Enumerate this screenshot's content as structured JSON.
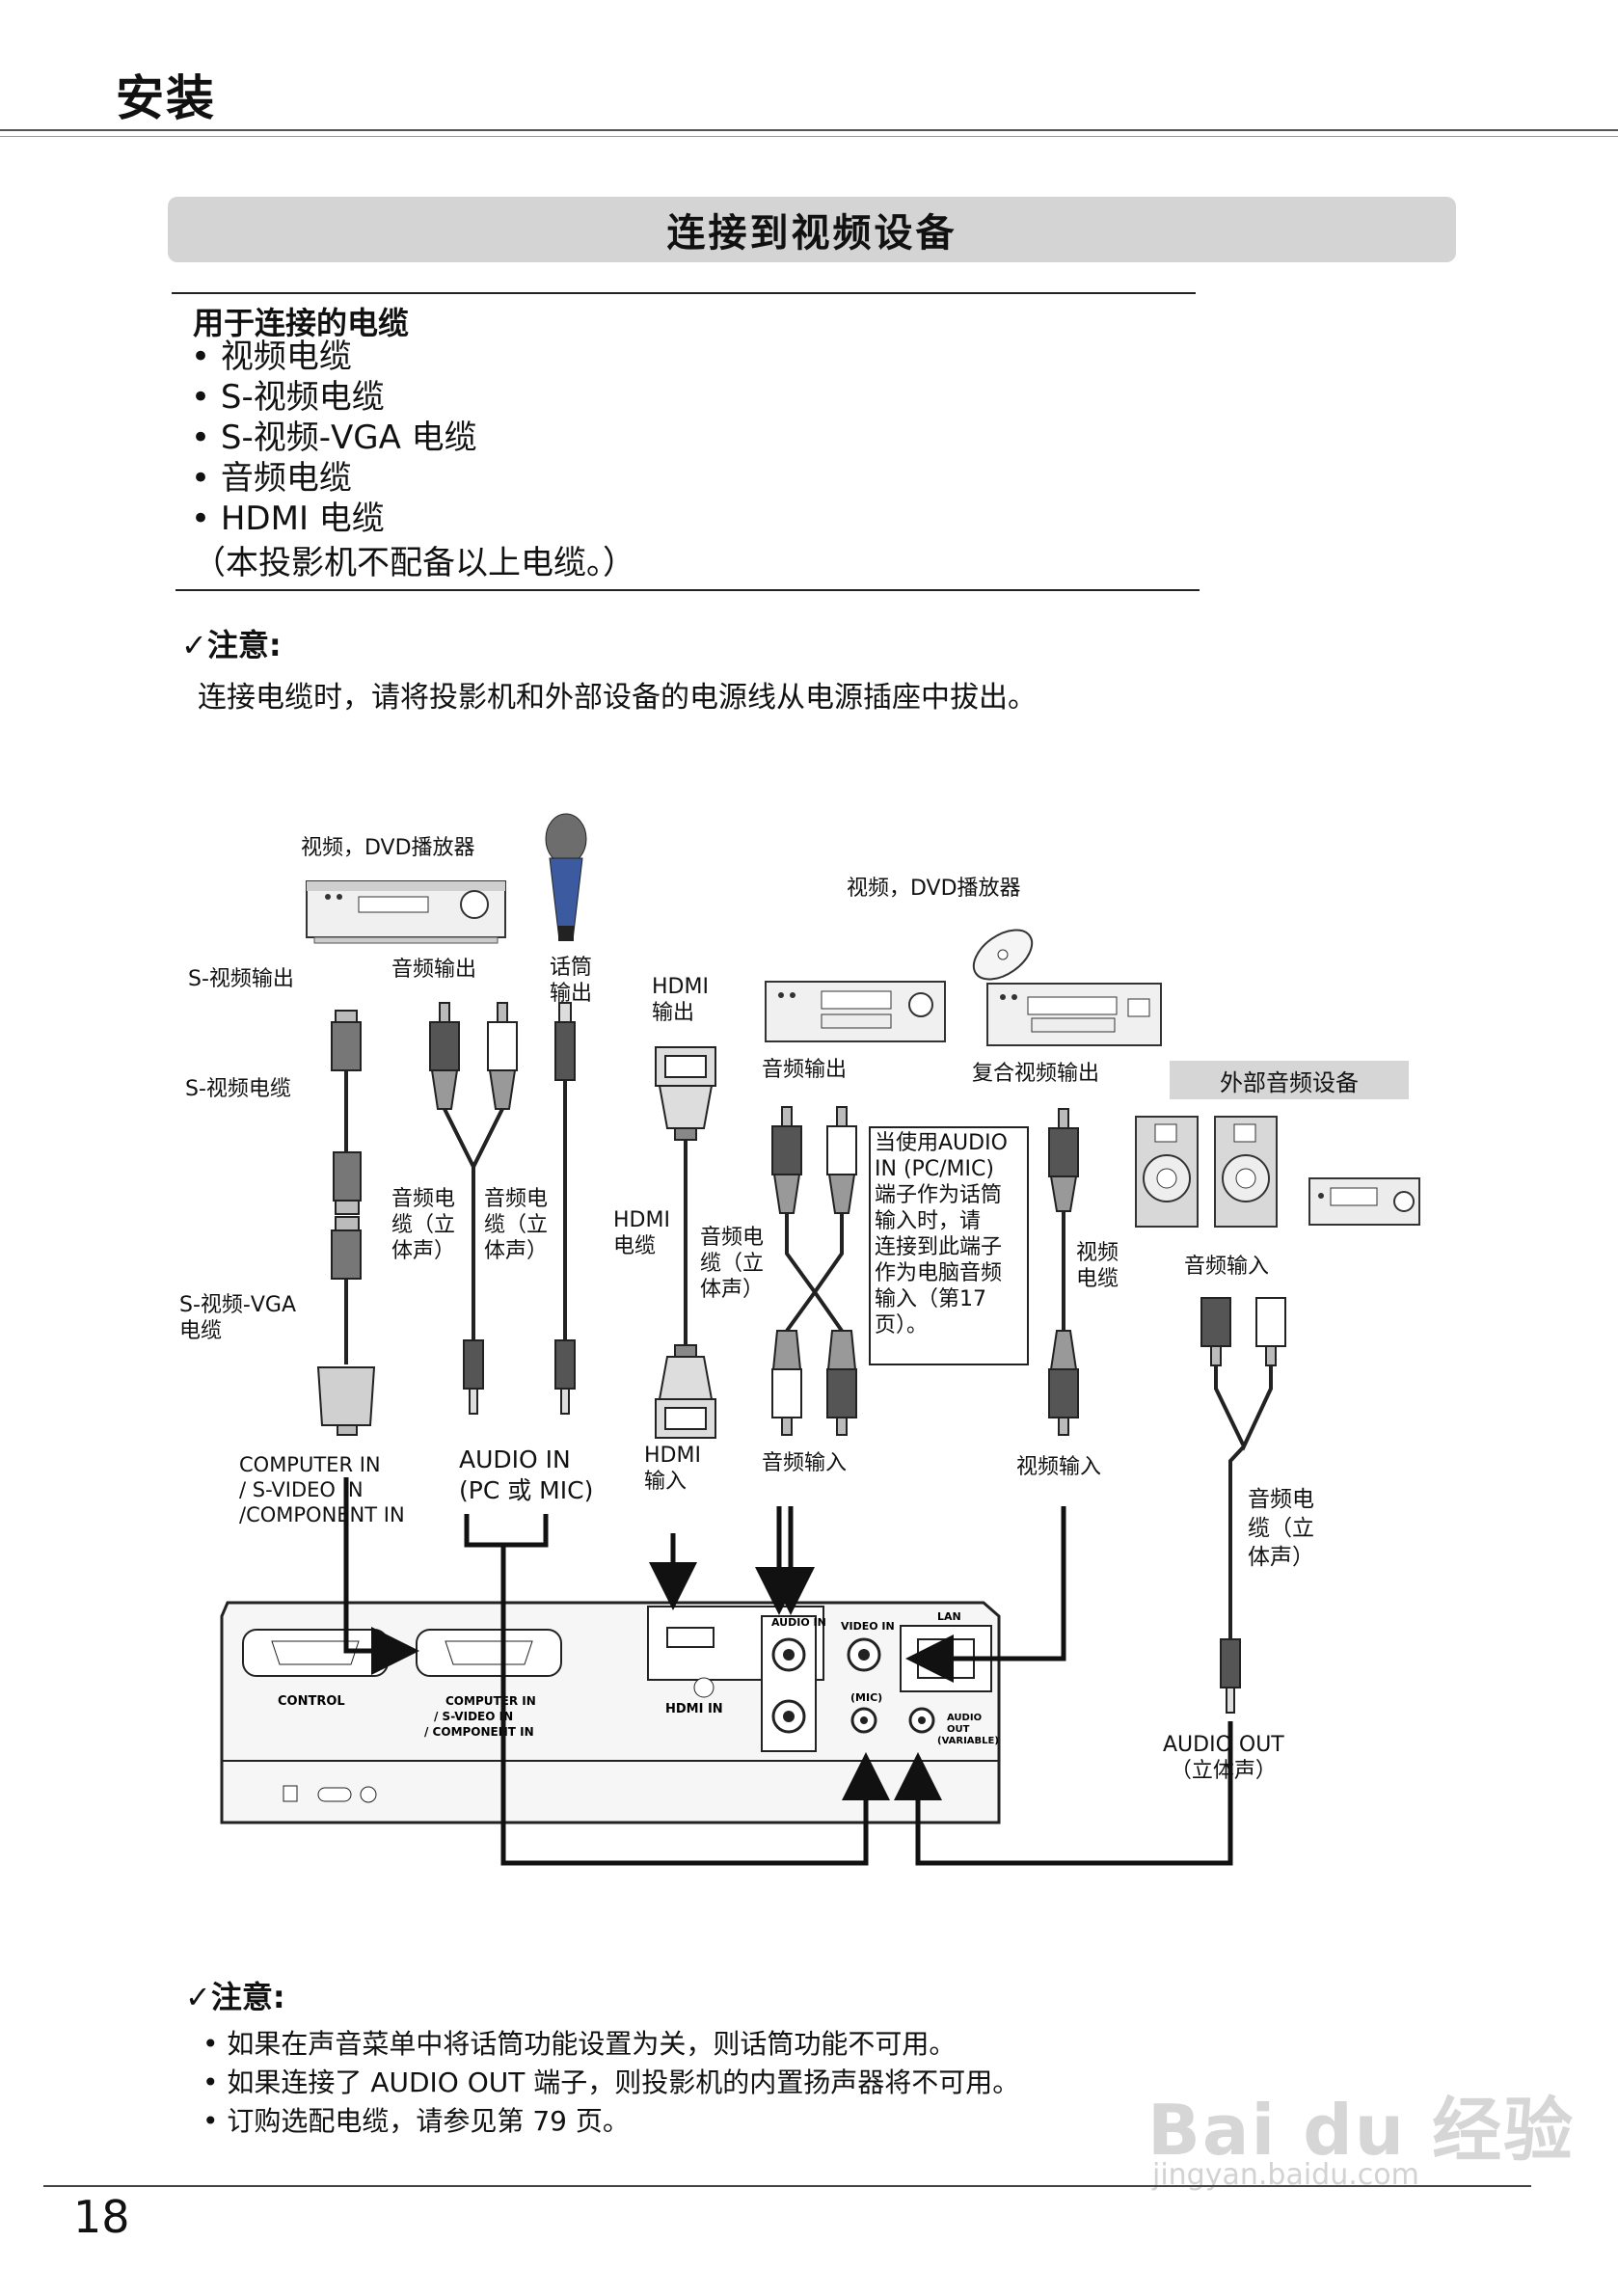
{
  "header": {
    "section_title": "安装"
  },
  "banner": {
    "title": "连接到视频设备"
  },
  "cables": {
    "heading": "用于连接的电缆",
    "items": [
      "• 视频电缆",
      "• S-视频电缆",
      "• S-视频-VGA 电缆",
      "• 音频电缆",
      "• HDMI 电缆"
    ],
    "note": "（本投影机不配备以上电缆。）"
  },
  "note1": {
    "heading": "✓注意:",
    "text": "连接电缆时，请将投影机和外部设备的电源线从电源插座中拔出。"
  },
  "diagram": {
    "dvd_left": "视频，DVD播放器",
    "dvd_right": "视频，DVD播放器",
    "svideo_out": "S-视频输出",
    "audio_out_left": "音频输出",
    "mic_out": [
      "话筒",
      "输出"
    ],
    "hdmi_out": [
      "HDMI",
      "输出"
    ],
    "audio_out_right": "音频输出",
    "composite_out": "复合视频输出",
    "ext_audio": "外部音频设备",
    "svideo_cable": "S-视频电缆",
    "audio_cable_a": [
      "音频电",
      "缆（立",
      "体声）"
    ],
    "audio_cable_b": [
      "音频电",
      "缆（立",
      "体声）"
    ],
    "hdmi_cable": [
      "HDMI",
      "电缆"
    ],
    "audio_cable_c": [
      "音频电",
      "缆（立",
      "体声）"
    ],
    "mic_note": [
      "当使用AUDIO",
      "IN (PC/MIC)",
      "端子作为话筒",
      "输入时，请",
      "连接到此端子",
      "作为电脑音频",
      "输入（第17",
      "页）。"
    ],
    "video_cable": [
      "视频",
      "电缆"
    ],
    "audio_in_right": "音频输入",
    "svideo_vga_cable": [
      "S-视频-VGA",
      "电缆"
    ],
    "computer_in": [
      "COMPUTER  IN",
      "/ S-VIDEO IN",
      "/COMPONENT IN"
    ],
    "audio_in_pc_mic": [
      "AUDIO IN",
      "(PC 或 MIC)"
    ],
    "hdmi_in": [
      "HDMI",
      "输入"
    ],
    "audio_in_mid": "音频输入",
    "video_in": "视频输入",
    "audio_cable_d": [
      "音频电",
      "缆（立",
      "体声）"
    ],
    "audio_out_stereo": [
      "AUDIO OUT",
      "（立体声）"
    ],
    "panel": {
      "control": "CONTROL",
      "computer_in": [
        "COMPUTER IN",
        "/ S-VIDEO IN",
        "/ COMPONENT IN"
      ],
      "hdmi_in": "HDMI IN",
      "audio_in": "AUDIO IN",
      "video_in": "VIDEO IN",
      "mic": "(MIC)",
      "lan": "LAN",
      "audio_out": [
        "AUDIO",
        "OUT",
        "(VARIABLE)"
      ]
    }
  },
  "note2": {
    "heading": "✓注意:",
    "items": [
      "• 如果在声音菜单中将话筒功能设置为关，则话筒功能不可用。",
      "• 如果连接了 AUDIO OUT 端子，则投影机的内置扬声器将不可用。",
      "• 订购选配电缆，请参见第 79 页。"
    ]
  },
  "footer": {
    "page_number": "18"
  },
  "watermark": {
    "brand": "Bai du 经验",
    "url": "jingyan.baidu.com"
  }
}
